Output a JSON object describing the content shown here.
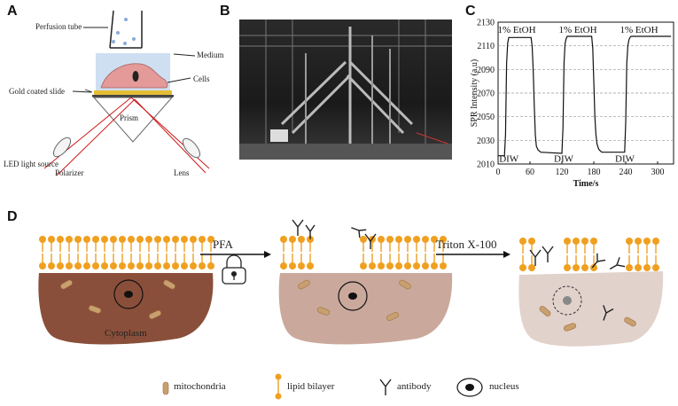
{
  "panels": {
    "a": "A",
    "b": "B",
    "c": "C",
    "d": "D"
  },
  "panelA": {
    "perfusion_tube": "Perfusion tube",
    "medium": "Medium",
    "cells": "Cells",
    "gold_slide": "Gold coated slide",
    "prism": "Prism",
    "led": "LED light source",
    "polarizer": "Polarizer",
    "lens": "Lens"
  },
  "chart_data": {
    "type": "line",
    "xlabel": "Time/s",
    "ylabel": "SPR Intensity (a.u)",
    "xlim": [
      0,
      330
    ],
    "ylim": [
      2010,
      2130
    ],
    "xticks": [
      0,
      60,
      120,
      180,
      240,
      300
    ],
    "yticks": [
      2010,
      2030,
      2050,
      2070,
      2090,
      2110,
      2130
    ],
    "grid": "horizontal dashed",
    "annotations": [
      {
        "text": "1% EtOH",
        "x": 35,
        "y": 2121
      },
      {
        "text": "1% EtOH",
        "x": 150,
        "y": 2121
      },
      {
        "text": "1% EtOH",
        "x": 265,
        "y": 2121
      },
      {
        "text": "DIW",
        "x": 2,
        "y": 2012
      },
      {
        "text": "DIW",
        "x": 105,
        "y": 2012
      },
      {
        "text": "DIW",
        "x": 220,
        "y": 2012
      }
    ],
    "series": [
      {
        "x": [
          0,
          12,
          14,
          16,
          18,
          20,
          62,
          64,
          66,
          68,
          70,
          72,
          75,
          80,
          120,
          122,
          124,
          126,
          128,
          130,
          176,
          178,
          180,
          182,
          184,
          186,
          188,
          190,
          195,
          238,
          240,
          242,
          244,
          246,
          248,
          250,
          325
        ],
        "values": [
          2017,
          2017,
          2035,
          2095,
          2112,
          2117,
          2117,
          2110,
          2090,
          2060,
          2035,
          2025,
          2022,
          2020,
          2019,
          2040,
          2095,
          2112,
          2116,
          2118,
          2118,
          2108,
          2080,
          2050,
          2035,
          2027,
          2024,
          2022,
          2020,
          2020,
          2045,
          2095,
          2110,
          2115,
          2117,
          2118,
          2118
        ]
      }
    ]
  },
  "panelD": {
    "pfa": "PFA",
    "triton": "Triton X-100",
    "cytoplasm": "Cytoplasm",
    "legend": {
      "mito": "mitochondria",
      "lipid": "lipid bilayer",
      "antibody": "antibody",
      "nucleus": "nucleus"
    }
  },
  "colors": {
    "lipid": "#f0a020",
    "cell1": "#8a4f3a",
    "cell2": "#caa99c",
    "cell3": "#e2d2cc",
    "laser": "#d01818"
  }
}
